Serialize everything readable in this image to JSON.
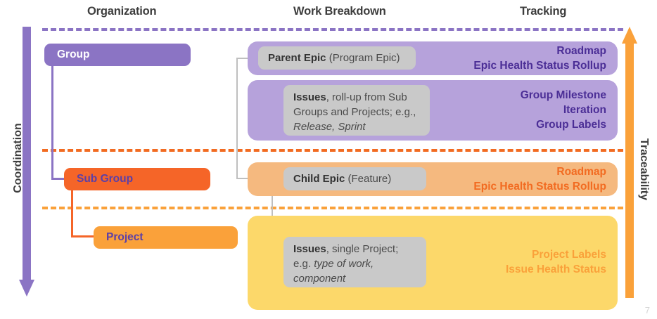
{
  "headers": {
    "organization": "Organization",
    "work_breakdown": "Work Breakdown",
    "tracking": "Tracking"
  },
  "axes": {
    "left_label": "Coordination",
    "right_label": "Traceability",
    "left_color": "#8B74C4",
    "right_color": "#FAA13A"
  },
  "organization": {
    "group": "Group",
    "sub_group": "Sub Group",
    "project": "Project"
  },
  "bands": [
    {
      "id": "parent-epic",
      "chip_strong": "Parent Epic",
      "chip_rest": " (Program Epic)",
      "tracking": "Roadmap\nEpic Health Status Rollup",
      "band_color": "#B6A2DB",
      "tracking_color": "#4B2E96"
    },
    {
      "id": "group-issues",
      "chip_strong": "Issues",
      "chip_rest": ", roll-up from Sub Groups and Projects;",
      "chip_prefix": "e.g., ",
      "chip_italic": "Release, Sprint",
      "tracking": "Group Milestone\nIteration\nGroup Labels",
      "band_color": "#B6A2DB",
      "tracking_color": "#4B2E96"
    },
    {
      "id": "child-epic",
      "chip_strong": "Child Epic",
      "chip_rest": " (Feature)",
      "tracking": "Roadmap\nEpic Health Status Rollup",
      "band_color": "#F5B97F",
      "tracking_color": "#F26B21"
    },
    {
      "id": "project-issues",
      "chip_strong": "Issues",
      "chip_rest": ", single Project;",
      "chip_prefix": "e.g. ",
      "chip_italic": "type of work, component",
      "tracking": "Project Labels\nIssue Health Status",
      "band_color": "#FCD86A",
      "tracking_color": "#FAA13A"
    }
  ],
  "dividers": {
    "top_color": "#8B74C4",
    "mid_color": "#F26B21",
    "bottom_color": "#FAA13A"
  },
  "page_number": "7"
}
